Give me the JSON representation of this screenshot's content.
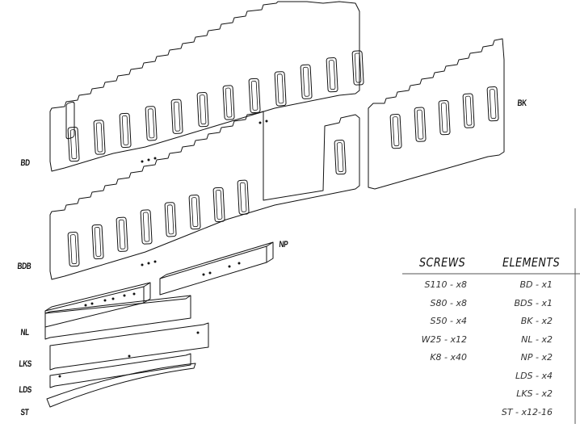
{
  "labels": {
    "bd": "BD",
    "bdb": "BDB",
    "bk": "BK",
    "np": "NP",
    "nl": "NL",
    "lks": "LKS",
    "lds": "LDS",
    "st": "ST"
  },
  "table": {
    "screws_header": "SCREWS",
    "elements_header": "ELEMENTS",
    "screws": [
      "S110 - x8",
      "S80 - x8",
      "S50 - x4",
      "W25 - x12",
      "K8 - x40"
    ],
    "elements": [
      "BD - x1",
      "BDS - x1",
      "BK - x2",
      "NL - x2",
      "NP - x2",
      "LDS - x4",
      "LKS - x2",
      "ST - x12-16"
    ]
  }
}
